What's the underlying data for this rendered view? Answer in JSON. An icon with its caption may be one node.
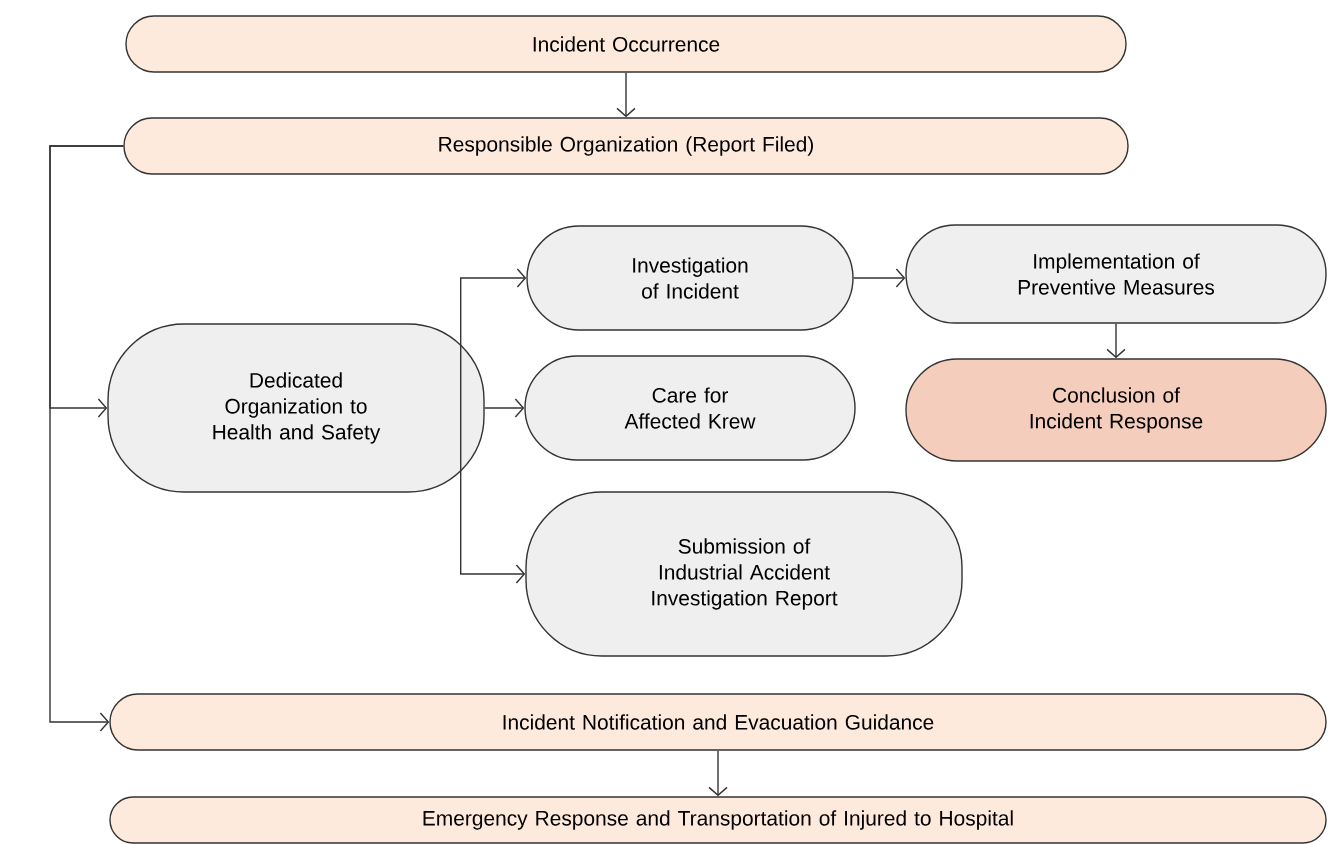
{
  "diagram": {
    "nodes": [
      {
        "text": [
          "Incident Occurrence"
        ]
      },
      {
        "text": [
          "Responsible Organization (Report Filed)"
        ]
      },
      {
        "text": [
          "Dedicated Organization to Health and Safety"
        ]
      },
      {
        "text": [
          "Investigation of Incident"
        ]
      },
      {
        "text": [
          "Implementation of Preventive Measures"
        ]
      },
      {
        "text": [
          "Care for Affected Krew"
        ]
      },
      {
        "text": [
          "Conclusion of Incident Response"
        ]
      },
      {
        "text": [
          "Submission of Industrial Accident Investigation Report"
        ]
      },
      {
        "text": [
          "Incident Notification and Evacuation Guidance"
        ]
      },
      {
        "text": [
          "Emergency Response and Transportation of Injured to Hospital"
        ]
      }
    ],
    "edges": [
      {
        "from": 0,
        "to": 1,
        "arrow": "to"
      },
      {
        "from": 1,
        "to": 2,
        "arrow": "to"
      },
      {
        "from": 1,
        "to": 8,
        "arrow": "to"
      },
      {
        "from": 2,
        "to": 3,
        "arrow": "to"
      },
      {
        "from": 2,
        "to": 5,
        "arrow": "to"
      },
      {
        "from": 2,
        "to": 7,
        "arrow": "to"
      },
      {
        "from": 3,
        "to": 4,
        "arrow": "to"
      },
      {
        "from": 4,
        "to": 6,
        "arrow": "to"
      },
      {
        "from": 8,
        "to": 9,
        "arrow": "to"
      }
    ]
  }
}
